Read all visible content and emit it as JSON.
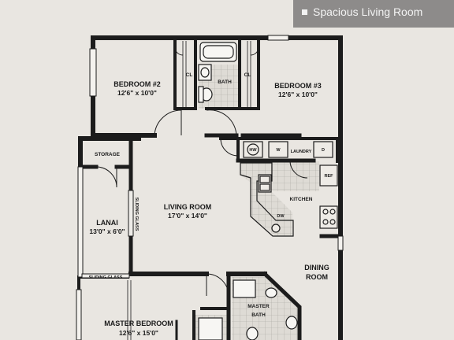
{
  "callout": {
    "features": [
      "Spacious Living Room"
    ]
  },
  "rooms": {
    "bedroom2": {
      "name": "BEDROOM #2",
      "dims": "12'6\" x 10'0\""
    },
    "bedroom3": {
      "name": "BEDROOM #3",
      "dims": "12'6\" x 10'0\""
    },
    "bath": {
      "name": "BATH"
    },
    "closet_left": {
      "name": "CL"
    },
    "closet_right": {
      "name": "CL"
    },
    "storage": {
      "name": "STORAGE"
    },
    "living": {
      "name": "LIVING ROOM",
      "dims": "17'0\" x 14'0\""
    },
    "lanai": {
      "name": "LANAI",
      "dims": "13'0\" x 6'0\""
    },
    "kitchen": {
      "name": "KITCHEN"
    },
    "laundry": {
      "name": "LAUNDRY"
    },
    "dining": {
      "name": "DINING",
      "name2": "ROOM"
    },
    "master_bedroom": {
      "name": "MASTER BEDROOM",
      "dims": "12'6\" x 15'0\""
    },
    "master_bath": {
      "name": "MASTER",
      "name2": "BATH"
    }
  },
  "fixtures": {
    "hw": "HW",
    "w": "W",
    "d": "D",
    "ref": "REF",
    "dw": "DW",
    "sliding_glass_vertical": "SLIDING GLASS",
    "sliding_glass_horizontal": "SLIDING GLASS"
  },
  "colors": {
    "background": "#e9e6e1",
    "wall": "#1c1c1c",
    "tile": "#d9d6d0",
    "callout": "#8d8b8a"
  }
}
